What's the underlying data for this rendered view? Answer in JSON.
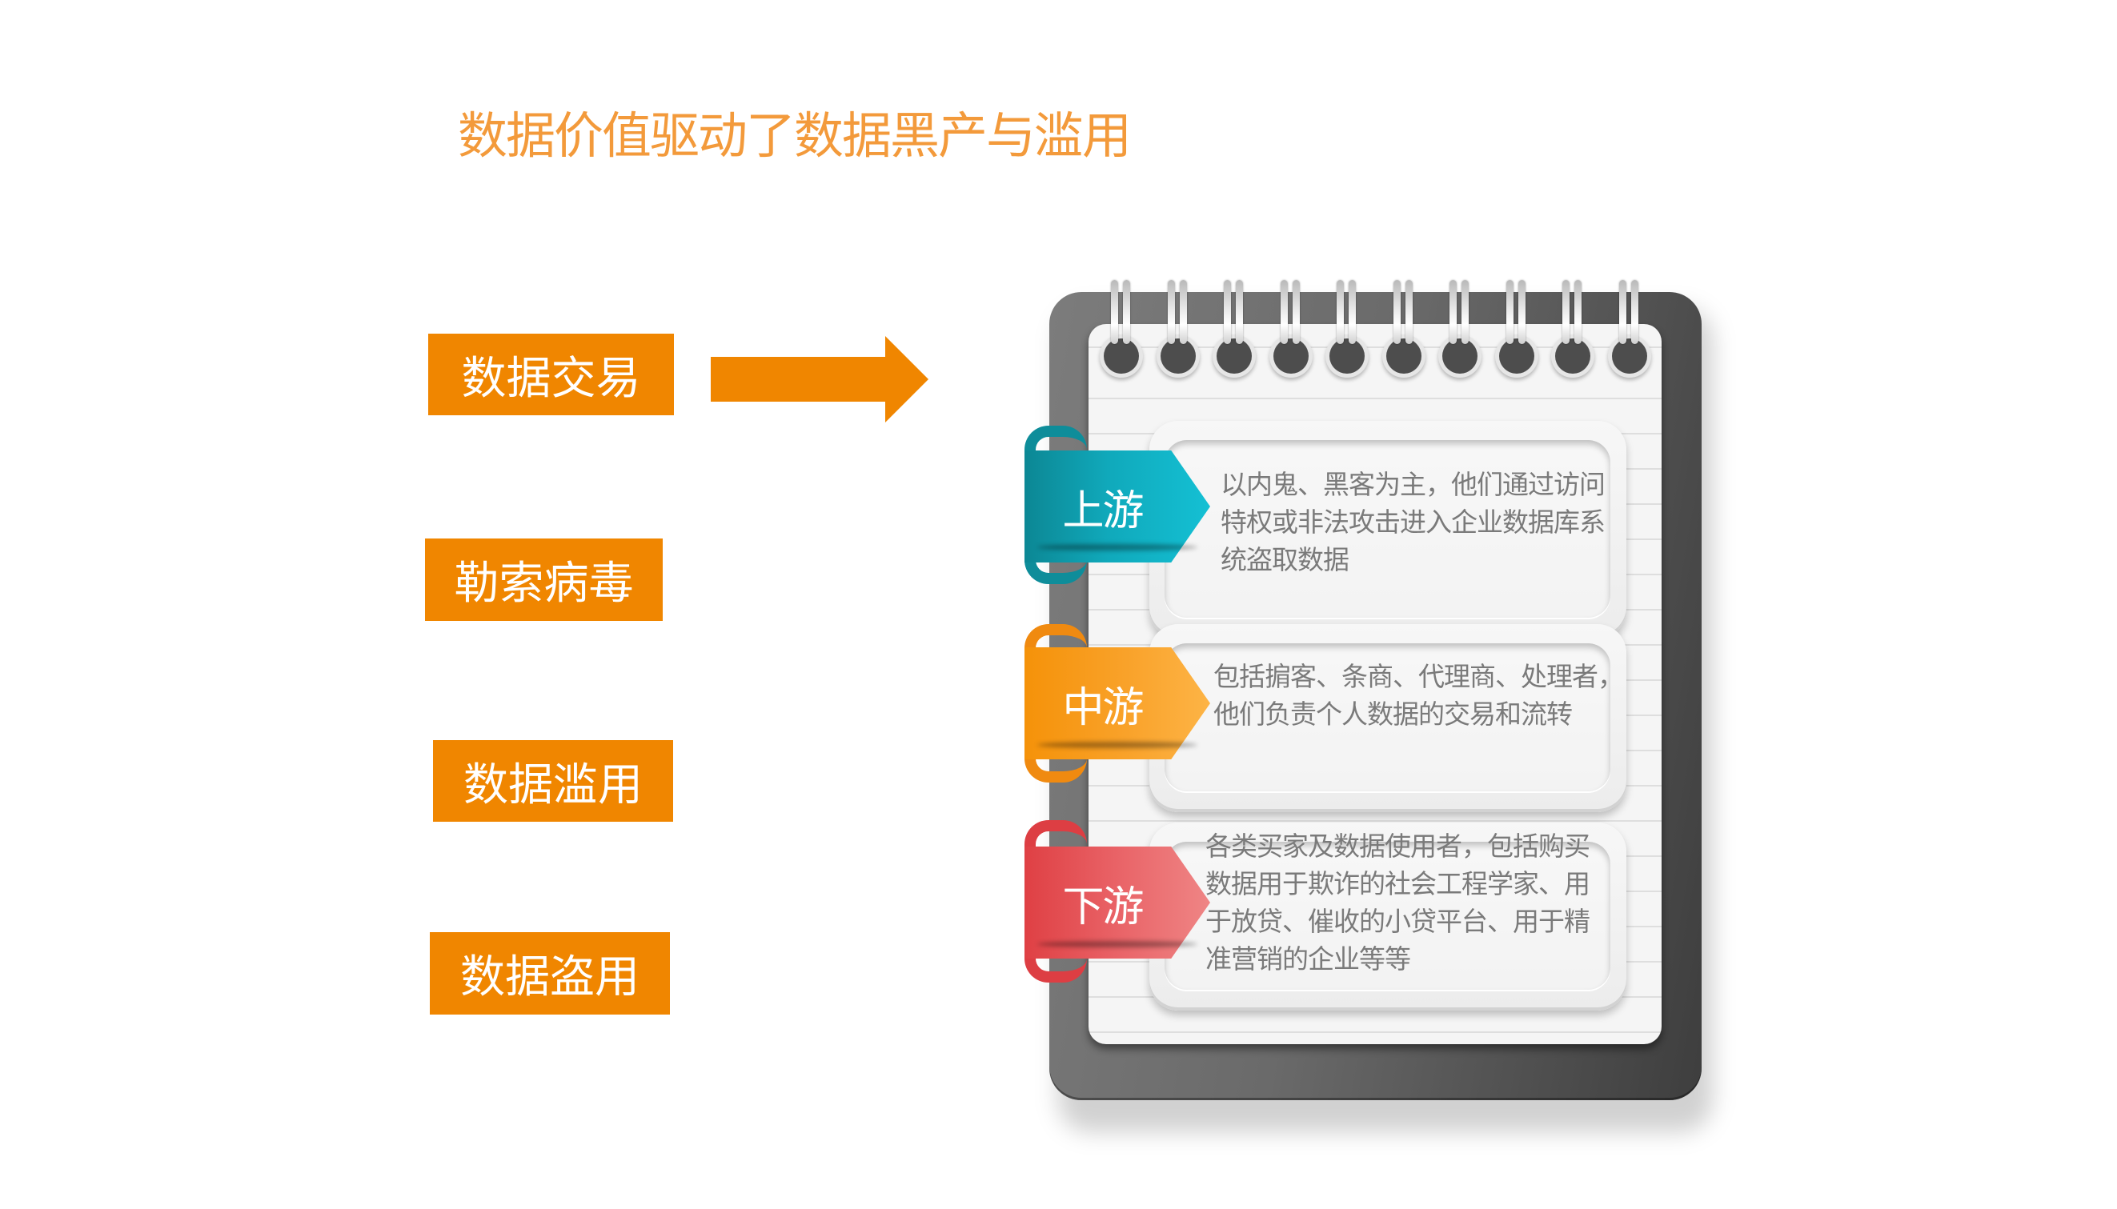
{
  "title": "数据价值驱动了数据黑产与滥用",
  "colors": {
    "title": "#F39A3B",
    "category_box": "#F08600",
    "arrow": "#F08600",
    "upstream": "#0FA6B8",
    "midstream": "#F89A1C",
    "downstream": "#E2484C",
    "body_text": "#7A7A7A"
  },
  "categories": [
    {
      "label": "数据交易"
    },
    {
      "label": "勒索病毒"
    },
    {
      "label": "数据滥用"
    },
    {
      "label": "数据盗用"
    }
  ],
  "arrow": {
    "icon": "right-arrow-icon"
  },
  "notebook": {
    "ring_count": 10,
    "stages": [
      {
        "label": "上游",
        "lines": [
          "以内鬼、黑客为主，他们通过访问",
          "特权或非法攻击进入企业数据库系",
          "统盗取数据"
        ]
      },
      {
        "label": "中游",
        "lines": [
          "包括掮客、条商、代理商、处理者，",
          "他们负责个人数据的交易和流转"
        ]
      },
      {
        "label": "下游",
        "lines": [
          "各类买家及数据使用者，包括购买",
          "数据用于欺诈的社会工程学家、用",
          "于放贷、催收的小贷平台、用于精",
          "准营销的企业等等"
        ]
      }
    ]
  }
}
